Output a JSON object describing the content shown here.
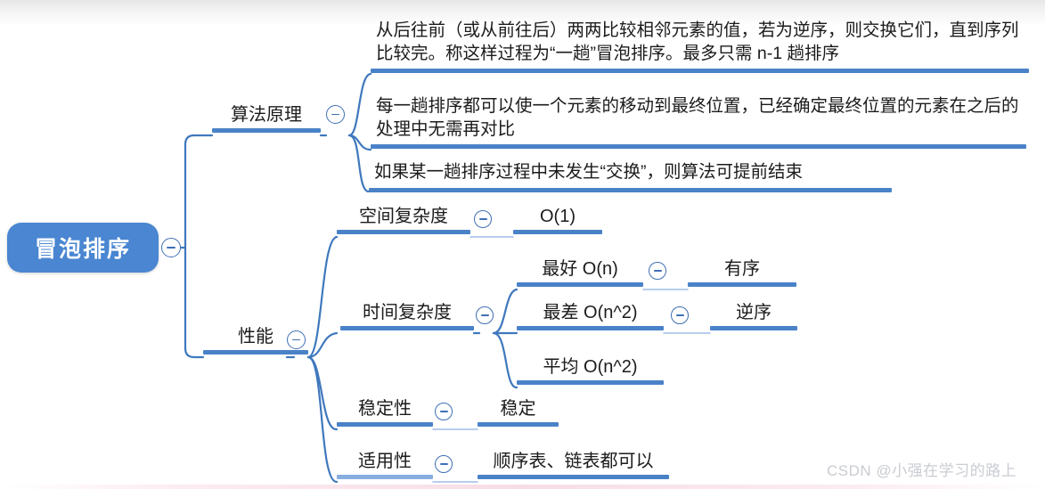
{
  "meta": {
    "title": "冒泡排序 思维导图",
    "watermark": "CSDN @小强在学习的路上"
  },
  "colors": {
    "root_fill": "#4a86d1",
    "root_text": "#ffffff",
    "bar": "#4a82c8",
    "bar_light": "#88aee0",
    "wire": "#3f78bd",
    "toggle_stroke": "#3f6fb5",
    "text": "#1b1b1b",
    "watermark": "#c9ccd2"
  },
  "root": {
    "label": "冒泡排序",
    "toggle": "collapse-minus"
  },
  "branches": [
    {
      "id": "principle",
      "label": "算法原理",
      "toggle": "collapse-minus",
      "children": [
        {
          "id": "principle-1",
          "label": "从后往前（或从前往后）两两比较相邻元素的值，若为逆序，则交换它们，直到序列比较完。称这样过程为“一趟”冒泡排序。最多只需 n-1 趟排序"
        },
        {
          "id": "principle-2",
          "label": "每一趟排序都可以使一个元素的移动到最终位置，已经确定最终位置的元素在之后的处理中无需再对比"
        },
        {
          "id": "principle-3",
          "label": "如果某一趟排序过程中未发生“交换”，则算法可提前结束"
        }
      ]
    },
    {
      "id": "performance",
      "label": "性能",
      "toggle": "collapse-minus",
      "children": [
        {
          "id": "space-complexity",
          "label": "空间复杂度",
          "toggle": "collapse-minus",
          "children": [
            {
              "id": "space-value",
              "label": "O(1)"
            }
          ]
        },
        {
          "id": "time-complexity",
          "label": "时间复杂度",
          "toggle": "collapse-minus",
          "children": [
            {
              "id": "time-best",
              "label": "最好 O(n)",
              "toggle": "collapse-minus",
              "children": [
                {
                  "id": "time-best-case",
                  "label": "有序"
                }
              ]
            },
            {
              "id": "time-worst",
              "label": "最差 O(n^2)",
              "toggle": "collapse-minus",
              "children": [
                {
                  "id": "time-worst-case",
                  "label": "逆序"
                }
              ]
            },
            {
              "id": "time-average",
              "label": "平均 O(n^2)"
            }
          ]
        },
        {
          "id": "stability",
          "label": "稳定性",
          "toggle": "collapse-minus",
          "children": [
            {
              "id": "stability-value",
              "label": "稳定"
            }
          ]
        },
        {
          "id": "applicability",
          "label": "适用性",
          "toggle": "collapse-minus",
          "children": [
            {
              "id": "applicability-value",
              "label": "顺序表、链表都可以"
            }
          ]
        }
      ]
    }
  ]
}
